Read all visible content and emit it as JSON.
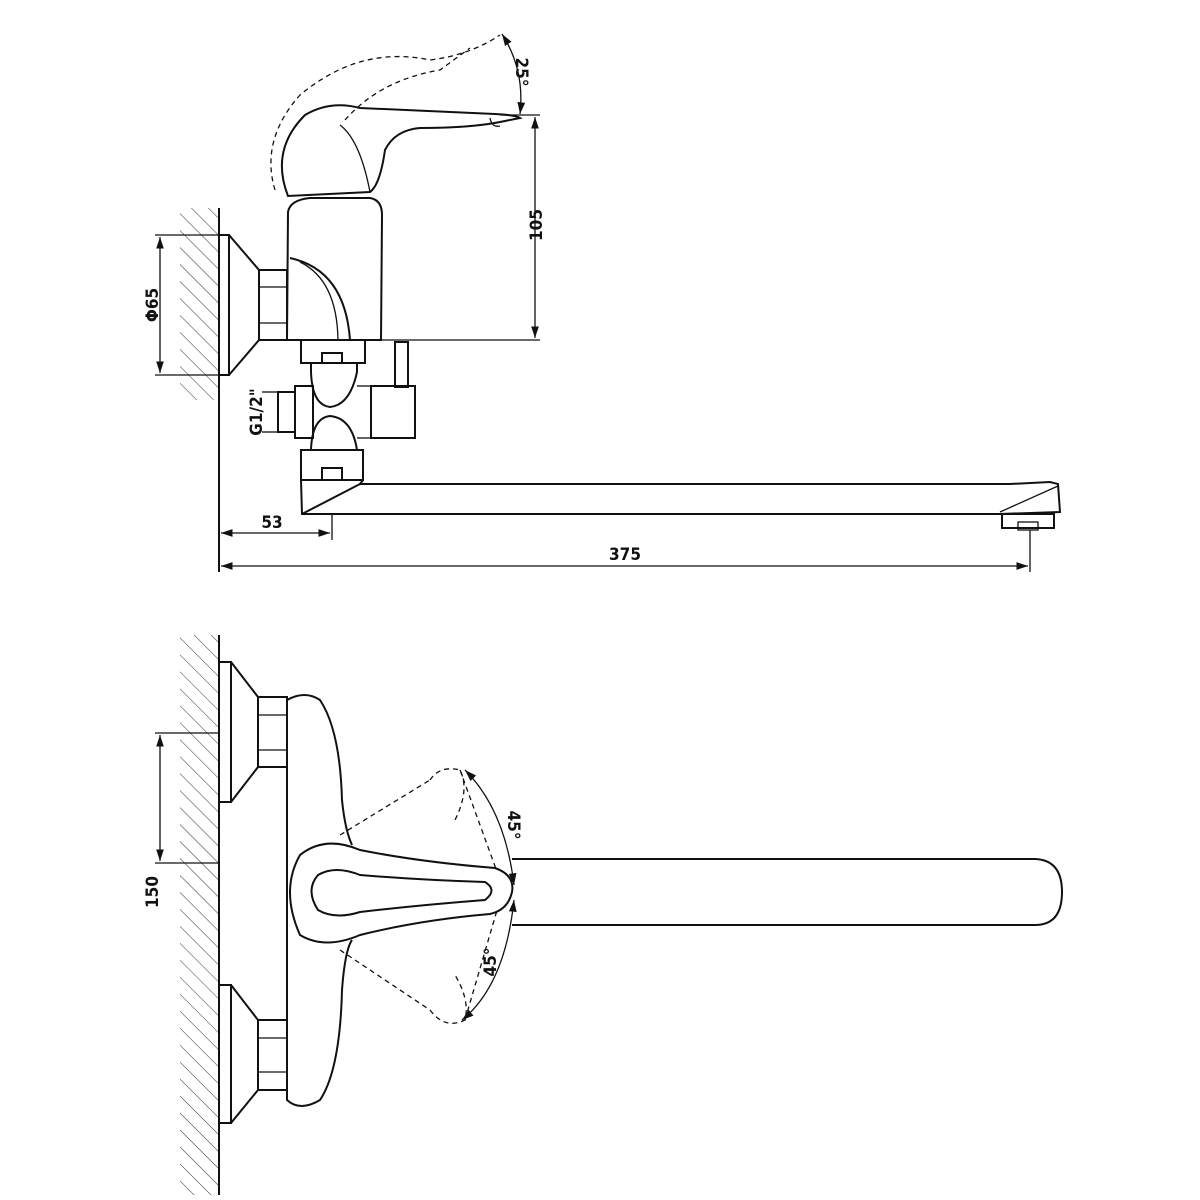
{
  "side_view": {
    "dimensions": {
      "lever_angle": "25°",
      "height": "105",
      "flange_diameter": "Φ65",
      "thread": "G1/2\"",
      "wall_to_spout": "53",
      "spout_reach": "375"
    }
  },
  "top_view": {
    "dimensions": {
      "inlet_spacing": "150",
      "lever_angle_up": "45°",
      "lever_angle_down": "45°"
    }
  }
}
